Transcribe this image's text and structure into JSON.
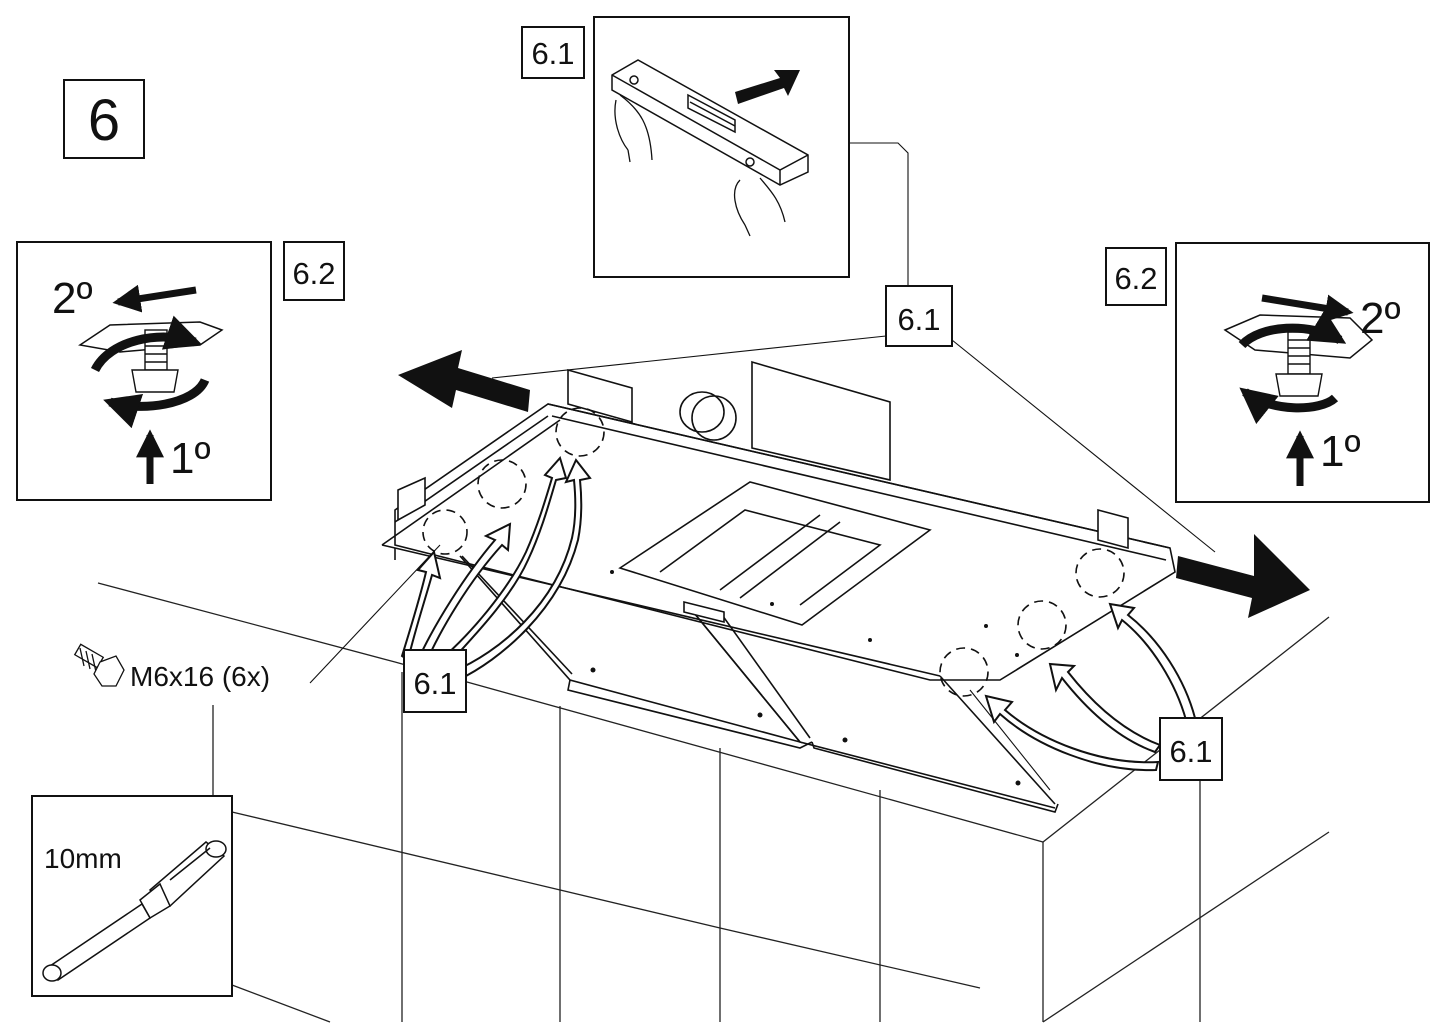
{
  "step": {
    "number": "6"
  },
  "callouts": {
    "sub_step_1": "6.1",
    "sub_step_2": "6.2"
  },
  "adjust_panel": {
    "first_action": "1º",
    "second_action": "2º"
  },
  "parts": {
    "screw_label": "M6x16 (6x)"
  },
  "tools": {
    "wrench_size": "10mm"
  },
  "icons": [
    "screw-icon",
    "nut-driver-icon",
    "hand-icon",
    "arrow-icon",
    "bolt-icon"
  ]
}
